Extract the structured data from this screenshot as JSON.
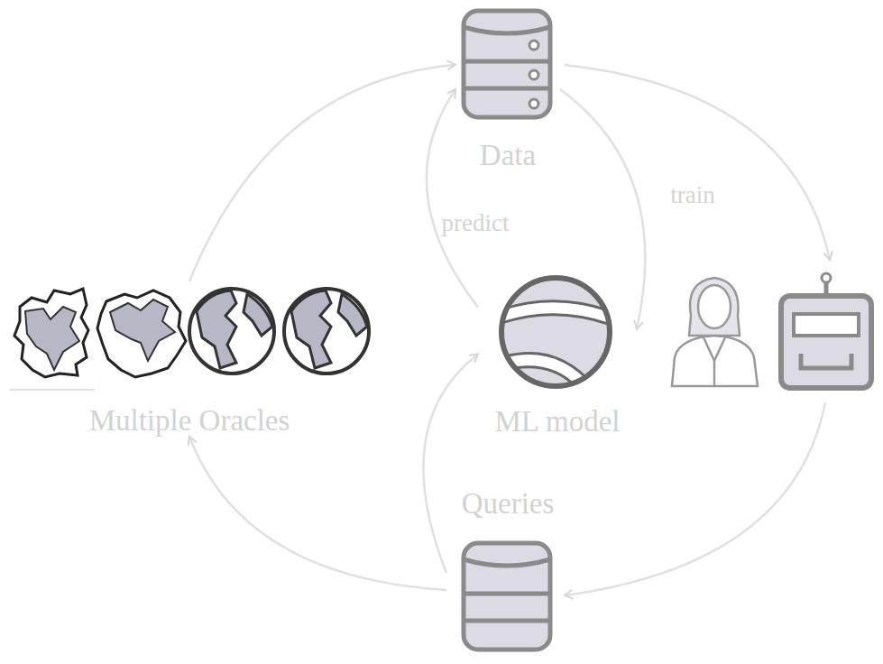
{
  "diagram": {
    "nodes": [
      {
        "text": [
          "Data"
        ]
      },
      {
        "text": [
          "Multiple Oracles"
        ]
      },
      {
        "text": [
          "ML model"
        ]
      },
      {
        "text": [
          "Queries"
        ]
      }
    ],
    "edges": [
      {
        "from": 1,
        "to": 0,
        "arrow": "to"
      },
      {
        "from": 0,
        "to": 2,
        "label": "train",
        "arrow": "to"
      },
      {
        "from": 2,
        "to": 0,
        "label": "predict",
        "arrow": "to"
      },
      {
        "from": 3,
        "to": 2,
        "arrow": "to"
      },
      {
        "from": 3,
        "to": 1,
        "arrow": "to"
      }
    ]
  }
}
